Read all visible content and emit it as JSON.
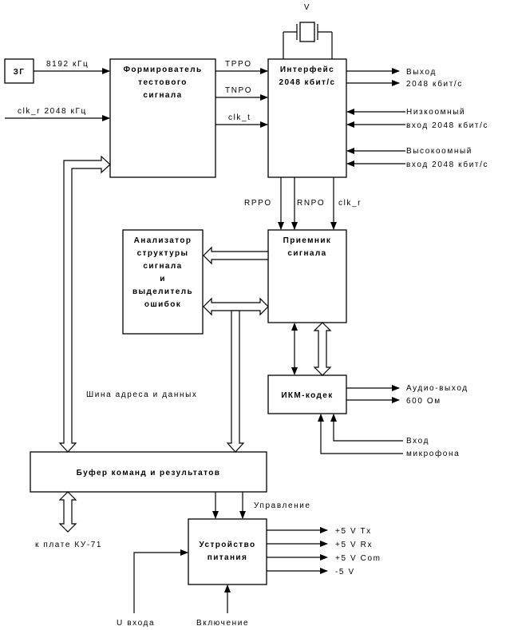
{
  "blocks": {
    "zg": "ЗГ",
    "former": [
      "Формирователь",
      "тестового",
      "сигнала"
    ],
    "interface": [
      "Интерфейс",
      "2048 кбит/с"
    ],
    "analyzer": [
      "Анализатор",
      "структуры",
      "сигнала",
      "и",
      "выделитель",
      "ошибок"
    ],
    "receiver": [
      "Приемник",
      "сигнала"
    ],
    "codec": "ИКМ-кодек",
    "buffer": "Буфер команд и результатов",
    "power": [
      "Устройство",
      "питания"
    ]
  },
  "labels": {
    "crystal": "V",
    "freq_8192": "8192 кГц",
    "clk_r_in": "clk_r 2048 кГц",
    "tppo": "TPPO",
    "tnpo": "TNPO",
    "clk_t": "clk_t",
    "out_2048": [
      "Выход",
      "2048 кбит/с"
    ],
    "low_imp": [
      "Низкоомный",
      "вход 2048 кбит/с"
    ],
    "high_imp": [
      "Высокоомный",
      "вход 2048 кбит/с"
    ],
    "rppo": "RPPO",
    "rnpo": "RNPO",
    "clk_r": "clk_r",
    "bus": "Шина адреса и данных",
    "audio_out": [
      "Аудио-выход",
      "600 Ом"
    ],
    "mic_in": [
      "Вход",
      "микрофона"
    ],
    "control": "Управление",
    "ku71": "к плате КУ-71",
    "v_in": "U входа",
    "power_on": "Включение",
    "rails": [
      "+5 V Tx",
      "+5 V Rx",
      "+5 V Com",
      "-5 V"
    ]
  }
}
